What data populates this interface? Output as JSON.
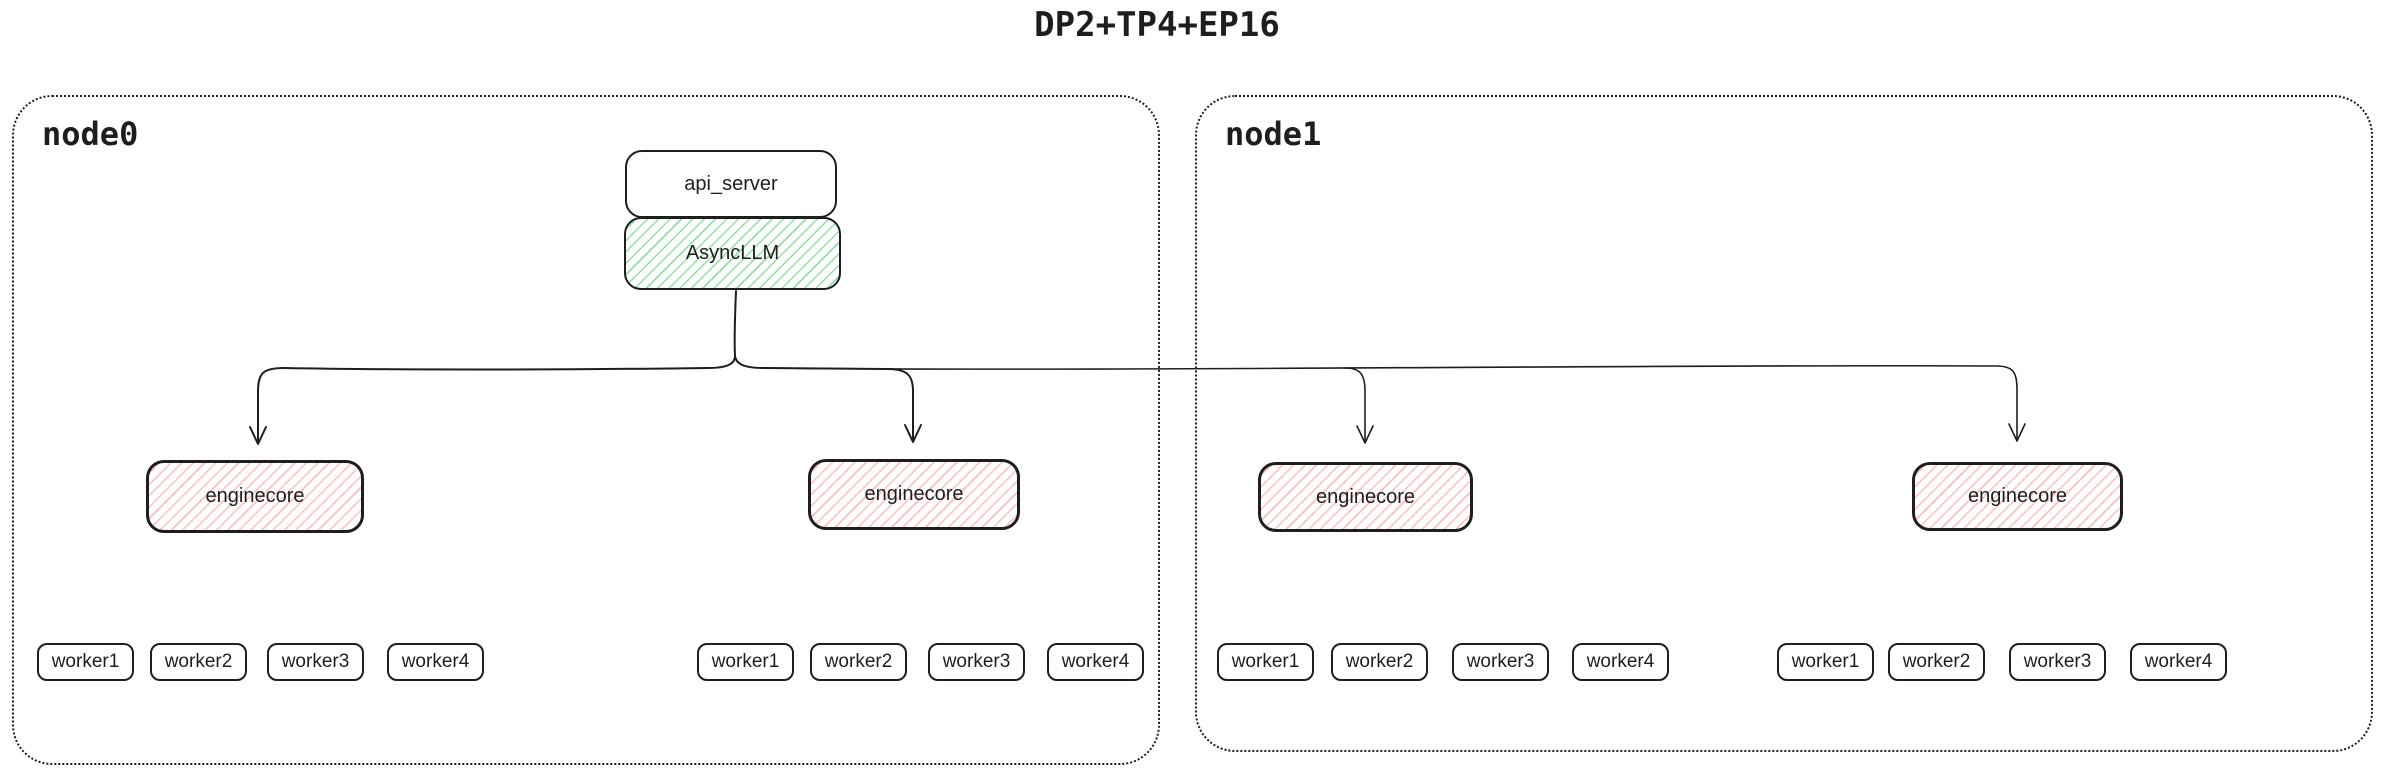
{
  "title": "DP2+TP4+EP16",
  "colors": {
    "stroke": "#1e1e1e",
    "green_hatch": "#8fe3a2",
    "red_hatch": "#ffbcbc"
  },
  "nodes": [
    {
      "label": "node0"
    },
    {
      "label": "node1"
    }
  ],
  "api_server": {
    "label": "api_server"
  },
  "async_llm": {
    "label": "AsyncLLM"
  },
  "enginecores": [
    "enginecore",
    "enginecore",
    "enginecore",
    "enginecore"
  ],
  "worker_groups": [
    {
      "workers": [
        "worker1",
        "worker2",
        "worker3",
        "worker4"
      ]
    },
    {
      "workers": [
        "worker1",
        "worker2",
        "worker3",
        "worker4"
      ]
    },
    {
      "workers": [
        "worker1",
        "worker2",
        "worker3",
        "worker4"
      ]
    },
    {
      "workers": [
        "worker1",
        "worker2",
        "worker3",
        "worker4"
      ]
    }
  ]
}
